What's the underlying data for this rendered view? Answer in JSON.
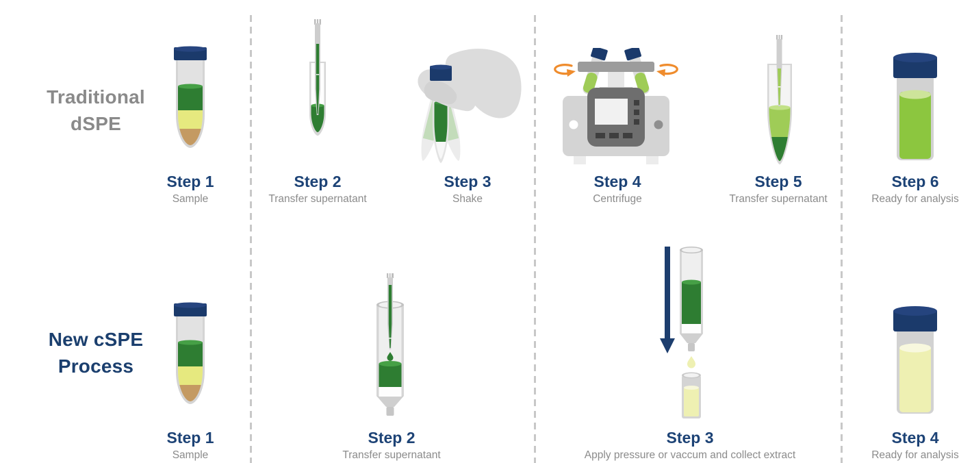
{
  "title": "Traditional dSPE vs New cSPE Process comparison",
  "palette": {
    "navy_cap": "#1b3a6b",
    "navy_text": "#1d4376",
    "header_gray": "#8a8a8a",
    "caption_gray": "#8b8b8b",
    "divider_gray": "#c8c8c8",
    "orange_arrow": "#ef8c2d",
    "dark_green": "#2e7d32",
    "mid_green": "#46a046",
    "light_green": "#9fcc57",
    "vial_green": "#8cc63f",
    "band_yellow": "#e6e97f",
    "pale_yellow": "#eef0b2",
    "tan": "#c49a62",
    "glass_gray": "#d6d6d6",
    "hand_gray": "#dcdcdc",
    "arrow_navy": "#1d3e6e"
  },
  "rows": [
    {
      "label_line1": "Traditional",
      "label_line2": "dSPE",
      "steps": [
        {
          "title": "Step 1",
          "caption": "Sample",
          "icon": "sample-tube-icon"
        },
        {
          "title": "Step 2",
          "caption": "Transfer supernatant",
          "icon": "pipette-transfer-icon"
        },
        {
          "title": "Step 3",
          "caption": "Shake",
          "icon": "shake-hand-icon"
        },
        {
          "title": "Step 4",
          "caption": "Centrifuge",
          "icon": "centrifuge-icon"
        },
        {
          "title": "Step 5",
          "caption": "Transfer supernatant",
          "icon": "pipette-pellet-icon"
        },
        {
          "title": "Step 6",
          "caption": "Ready for analysis",
          "icon": "vial-green-icon"
        }
      ]
    },
    {
      "label_line1": "New cSPE",
      "label_line2": "Process",
      "steps": [
        {
          "title": "Step 1",
          "caption": "Sample",
          "icon": "sample-tube-icon"
        },
        {
          "title": "Step 2",
          "caption": "Transfer supernatant",
          "icon": "spe-cartridge-icon"
        },
        {
          "title": "Step 3",
          "caption": "Apply pressure or vaccum and collect extract",
          "icon": "pressure-collect-icon"
        },
        {
          "title": "Step 4",
          "caption": "Ready for analysis",
          "icon": "vial-yellow-icon"
        }
      ]
    }
  ]
}
